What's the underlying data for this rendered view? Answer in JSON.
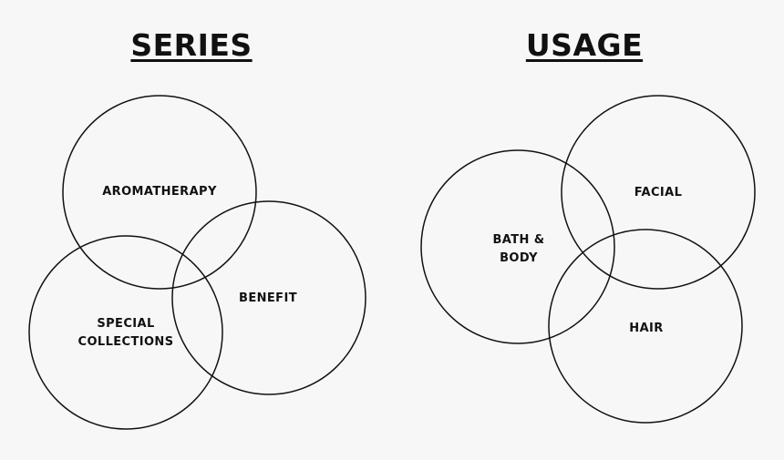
{
  "series": {
    "heading": "SERIES",
    "circles": [
      {
        "id": "aromatherapy",
        "lines": [
          "AROMATHERAPY"
        ]
      },
      {
        "id": "benefit",
        "lines": [
          "BENEFIT"
        ]
      },
      {
        "id": "special-collections",
        "lines": [
          "SPECIAL",
          "COLLECTIONS"
        ]
      }
    ]
  },
  "usage": {
    "heading": "USAGE",
    "circles": [
      {
        "id": "bath-body",
        "lines": [
          "BATH &",
          "BODY"
        ]
      },
      {
        "id": "facial",
        "lines": [
          "FACIAL"
        ]
      },
      {
        "id": "hair",
        "lines": [
          "HAIR"
        ]
      }
    ]
  },
  "colors": {
    "background": "#f7f7f7",
    "stroke": "#111111",
    "text": "#111111"
  }
}
